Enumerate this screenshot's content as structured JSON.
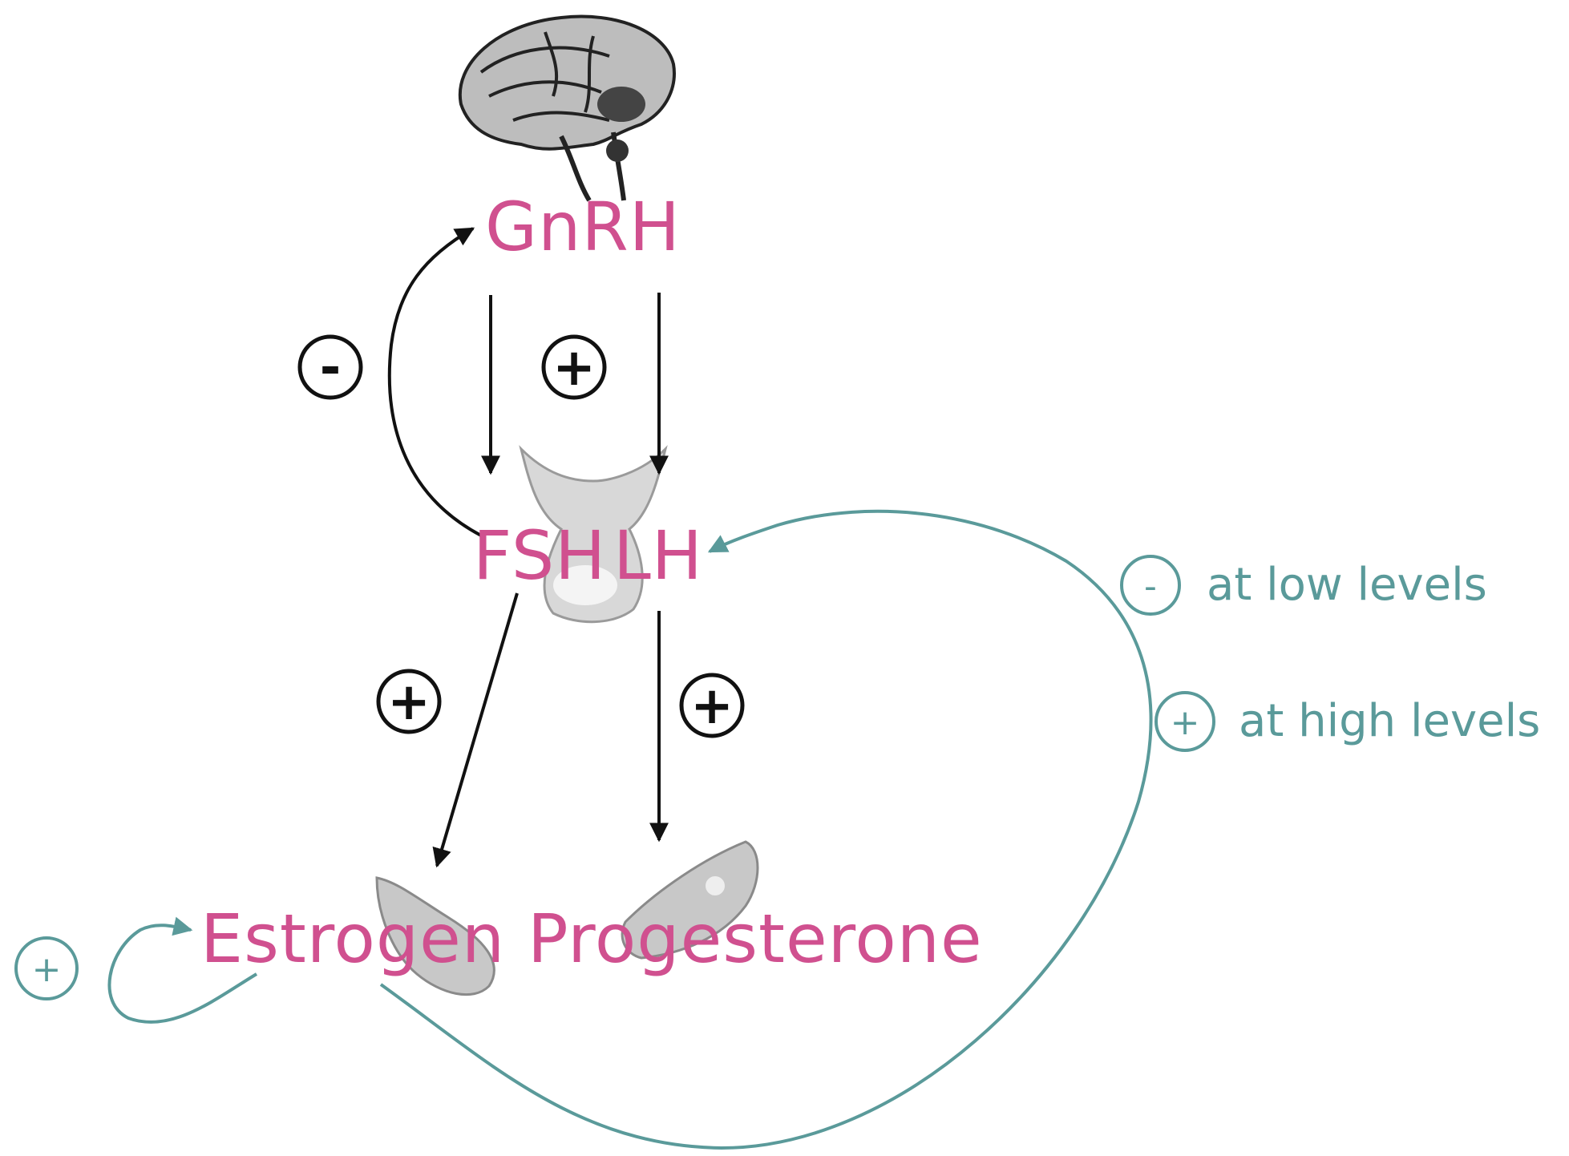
{
  "colors": {
    "hormone_text": "#d0508f",
    "feedback_teal": "#5a9a9a",
    "arrow_black": "#111111",
    "organ_gray": "#c8c8c8"
  },
  "icons": {
    "brain": "brain-icon",
    "pituitary": "pituitary-gland-icon",
    "ovaries": "ovary-icon"
  },
  "labels": {
    "gnrh": "GnRH",
    "fsh": "FSH",
    "lh": "LH",
    "estrogen": "Estrogen",
    "progesterone": "Progesterone"
  },
  "signs": {
    "negative_feedback": "-",
    "gnrh_stimulates": "+",
    "fsh_stimulates": "+",
    "lh_stimulates": "+",
    "estrogen_self": "+"
  },
  "legend": {
    "low": {
      "sign": "-",
      "text": "at low levels"
    },
    "high": {
      "sign": "+",
      "text": "at high levels"
    }
  }
}
